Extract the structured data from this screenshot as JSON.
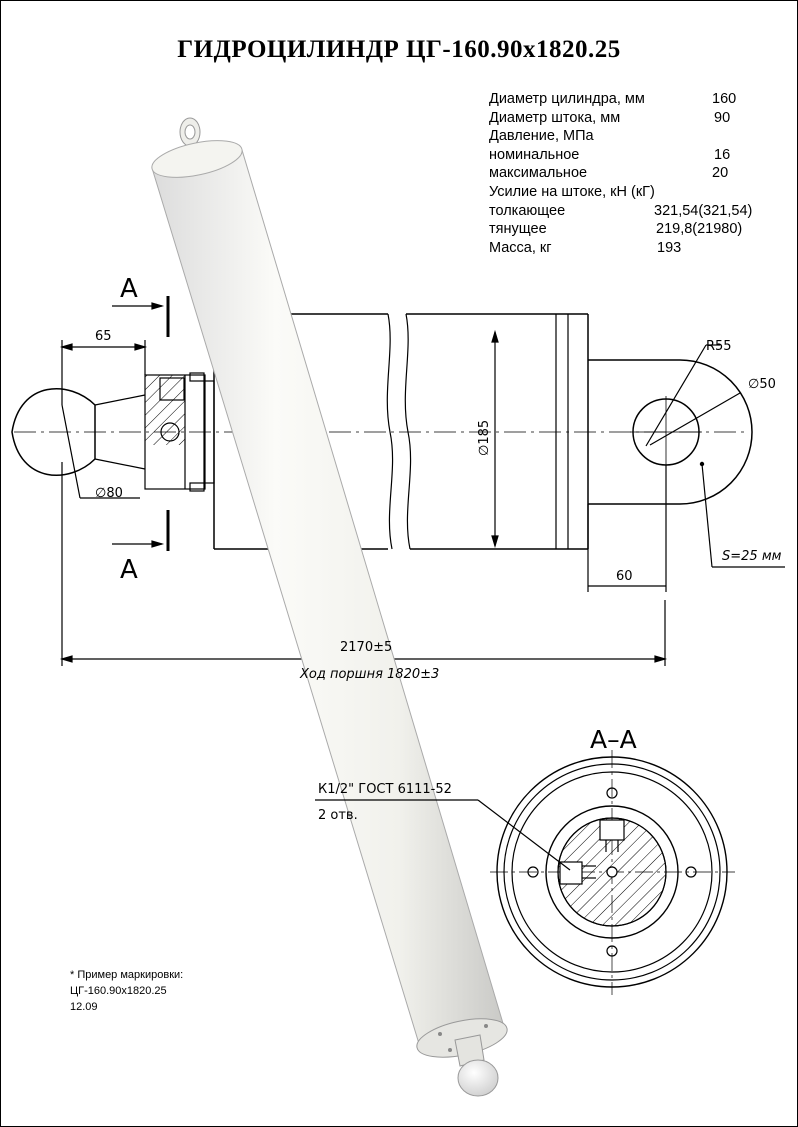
{
  "title": "ГИДРОЦИЛИНДР  ЦГ-160.90х1820.25",
  "specs": [
    {
      "label": "Диаметр цилиндра, мм",
      "value": "160",
      "vx": 223
    },
    {
      "label": "Диаметр штока, мм",
      "value": "90",
      "vx": 225
    },
    {
      "label": "Давление, МПа",
      "value": "",
      "vx": 0
    },
    {
      "label": "номинальное",
      "value": "16",
      "vx": 225
    },
    {
      "label": "максимальное",
      "value": "20",
      "vx": 223
    },
    {
      "label": "Усилие на штоке, кН (кГ)",
      "value": "",
      "vx": 0
    },
    {
      "label": "толкающее",
      "value": "321,54(321,54)",
      "vx": 165
    },
    {
      "label": "тянущее",
      "value": "219,8(21980)",
      "vx": 167
    },
    {
      "label": "Масса, кг",
      "value": "193",
      "vx": 168
    }
  ],
  "dims": {
    "left_offset": "65",
    "rod_end_diameter": "∅80",
    "bore": "∅185",
    "eye_radius": "R55",
    "pin_diameter": "∅50",
    "eye_offset": "60",
    "wall": "S=25 мм",
    "total_length": "2170±5",
    "stroke": "Ход поршня 1820±3",
    "section_mark": "А",
    "section_label": "А–А",
    "port_thread": "К1/2\" ГОСТ 6111-52",
    "port_count": "2 отв."
  },
  "note": {
    "line1": "* Пример маркировки:",
    "line2": "ЦГ-160.90х1820.25",
    "line3": "12.09"
  }
}
